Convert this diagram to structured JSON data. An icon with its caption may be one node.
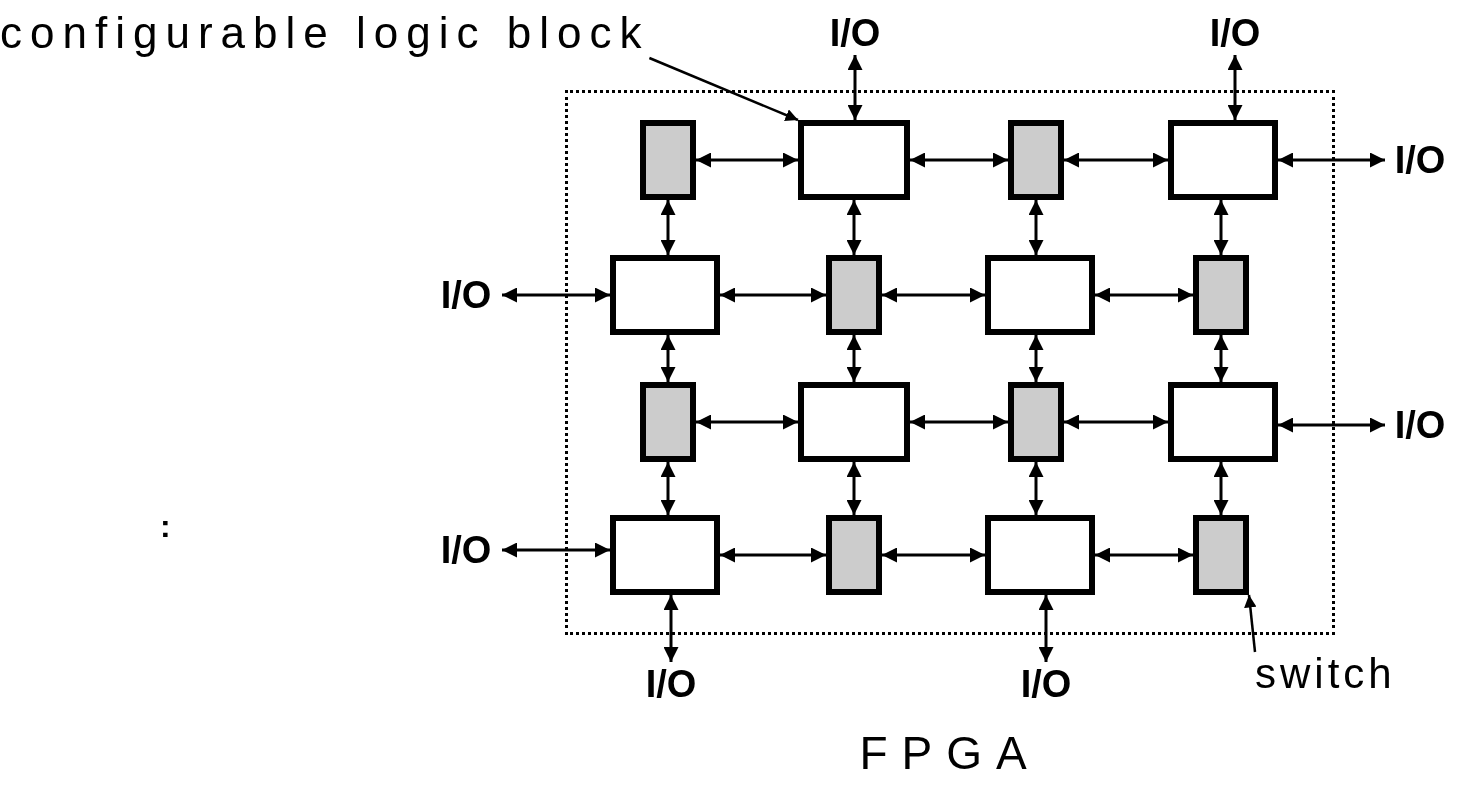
{
  "diagram": {
    "nodes": [
      {
        "text": [
          "FPGA"
        ]
      },
      {
        "text": [
          "configurable logic block"
        ]
      },
      {
        "text": [
          "I/O"
        ]
      },
      {
        "text": [
          "I/O"
        ]
      },
      {
        "text": [],
        "shape": "box",
        "in": 0
      },
      {
        "text": [],
        "shape": "box",
        "in": 0
      },
      {
        "text": [],
        "shape": "box",
        "in": 0
      },
      {
        "text": [],
        "shape": "box",
        "in": 0
      },
      {
        "text": [
          "I/O"
        ]
      },
      {
        "text": [
          "I/O"
        ]
      },
      {
        "text": [],
        "shape": "box",
        "in": 0
      },
      {
        "text": [],
        "shape": "box",
        "in": 0
      },
      {
        "text": [],
        "shape": "box",
        "in": 0
      },
      {
        "text": [],
        "shape": "box",
        "in": 0
      },
      {
        "text": [],
        "shape": "box",
        "in": 0
      },
      {
        "text": [],
        "shape": "box",
        "in": 0
      },
      {
        "text": [],
        "shape": "box",
        "in": 0
      },
      {
        "text": [],
        "shape": "box",
        "in": 0
      },
      {
        "text": [
          "I/O"
        ]
      },
      {
        "text": [
          "I/O"
        ]
      },
      {
        "text": [],
        "shape": "box",
        "in": 0
      },
      {
        "text": [],
        "shape": "box",
        "in": 0
      },
      {
        "text": [],
        "shape": "box",
        "in": 0
      },
      {
        "text": [],
        "shape": "box",
        "in": 0
      },
      {
        "text": [
          "I/O"
        ]
      },
      {
        "text": [
          "I/O"
        ]
      },
      {
        "text": [
          "switch"
        ]
      }
    ],
    "edges": [
      {
        "from": 1,
        "to": 5,
        "arrow": "to"
      },
      {
        "from": 2,
        "to": 5,
        "arrow": "both"
      },
      {
        "from": 3,
        "to": 7,
        "arrow": "both"
      },
      {
        "from": 4,
        "to": 5,
        "arrow": "both"
      },
      {
        "from": 5,
        "to": 6,
        "arrow": "both"
      },
      {
        "from": 6,
        "to": 7,
        "arrow": "both"
      },
      {
        "from": 7,
        "to": 8,
        "arrow": "both"
      },
      {
        "from": 9,
        "to": 10,
        "arrow": "both"
      },
      {
        "from": 10,
        "to": 11,
        "arrow": "both"
      },
      {
        "from": 11,
        "to": 12,
        "arrow": "both"
      },
      {
        "from": 12,
        "to": 13,
        "arrow": "both"
      },
      {
        "from": 14,
        "to": 15,
        "arrow": "both"
      },
      {
        "from": 15,
        "to": 16,
        "arrow": "both"
      },
      {
        "from": 16,
        "to": 17,
        "arrow": "both"
      },
      {
        "from": 17,
        "to": 18,
        "arrow": "both"
      },
      {
        "from": 19,
        "to": 20,
        "arrow": "both"
      },
      {
        "from": 20,
        "to": 21,
        "arrow": "both"
      },
      {
        "from": 21,
        "to": 22,
        "arrow": "both"
      },
      {
        "from": 22,
        "to": 23,
        "arrow": "both"
      },
      {
        "from": 4,
        "to": 10,
        "arrow": "both"
      },
      {
        "from": 5,
        "to": 11,
        "arrow": "both"
      },
      {
        "from": 6,
        "to": 12,
        "arrow": "both"
      },
      {
        "from": 7,
        "to": 13,
        "arrow": "both"
      },
      {
        "from": 10,
        "to": 14,
        "arrow": "both"
      },
      {
        "from": 11,
        "to": 15,
        "arrow": "both"
      },
      {
        "from": 12,
        "to": 16,
        "arrow": "both"
      },
      {
        "from": 13,
        "to": 17,
        "arrow": "both"
      },
      {
        "from": 14,
        "to": 20,
        "arrow": "both"
      },
      {
        "from": 15,
        "to": 21,
        "arrow": "both"
      },
      {
        "from": 16,
        "to": 22,
        "arrow": "both"
      },
      {
        "from": 17,
        "to": 23,
        "arrow": "both"
      },
      {
        "from": 20,
        "to": 24,
        "arrow": "both"
      },
      {
        "from": 22,
        "to": 25,
        "arrow": "both"
      },
      {
        "from": 26,
        "to": 23,
        "arrow": "to"
      }
    ],
    "labels": [
      ":"
    ]
  }
}
